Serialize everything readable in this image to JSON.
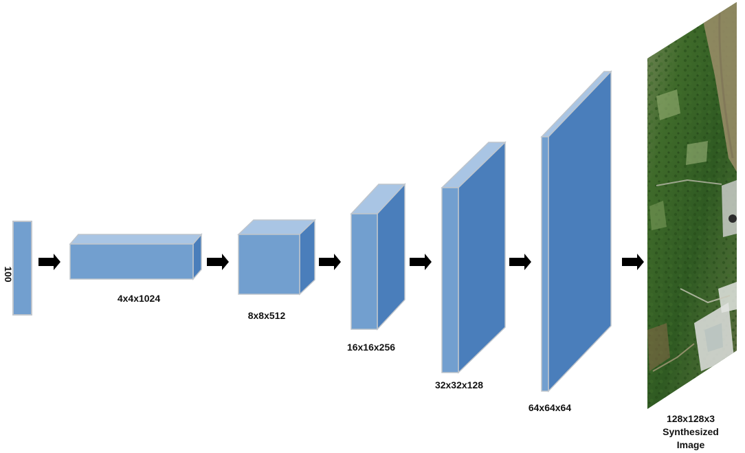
{
  "diagram": {
    "layers": [
      {
        "id": "input",
        "label": "100"
      },
      {
        "id": "fc",
        "label": "4x4x1024"
      },
      {
        "id": "conv1",
        "label": "8x8x512"
      },
      {
        "id": "conv2",
        "label": "16x16x256"
      },
      {
        "id": "conv3",
        "label": "32x32x128"
      },
      {
        "id": "conv4",
        "label": "64x64x64"
      }
    ],
    "output": {
      "label_dims": "128x128x3",
      "label_line2": "Synthesized",
      "label_line3": "Image"
    },
    "colors": {
      "front": "#729FCF",
      "side": "#4A7EBB",
      "top": "#A9C5E4",
      "edge": "#BFC5CC",
      "arrow": "#000000"
    }
  }
}
